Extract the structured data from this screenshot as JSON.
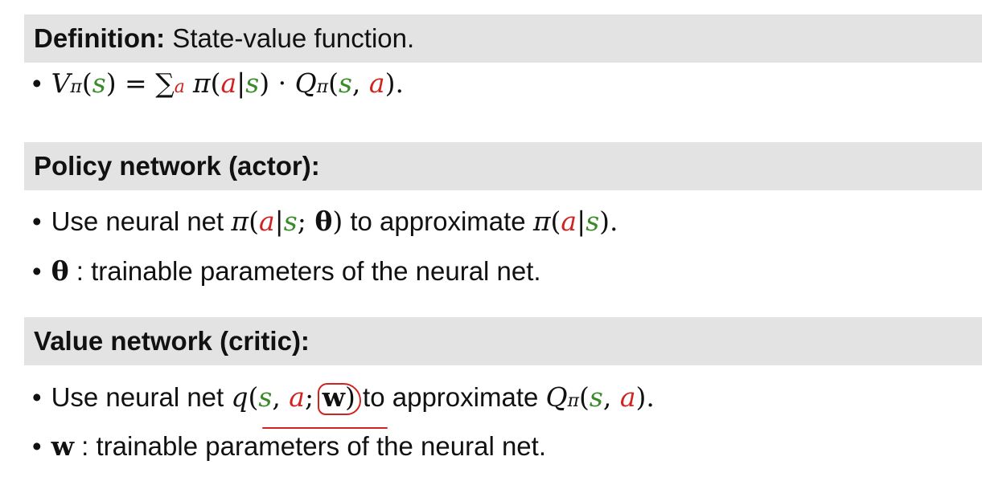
{
  "definition": {
    "header_bold": "Definition:",
    "header_rest": " State-value function.",
    "bullet": {
      "V": "V",
      "pi_sub": "π",
      "s": "s",
      "eq": " = ",
      "sum": "∑",
      "sum_sub": "a",
      "pi": "π",
      "lp": "(",
      "a": "a",
      "bar": "|",
      "rp": ")",
      "dot_op": " · ",
      "Q": "Q",
      "comma": ", ",
      "end": ")."
    }
  },
  "policy": {
    "header": "Policy network (actor):",
    "bullet1": {
      "pre": "Use neural net ",
      "pi": "π",
      "semi": "; ",
      "theta": "θ",
      "mid": " to approximate ",
      "end": ")."
    },
    "bullet2": {
      "theta": "θ",
      "text": " : trainable parameters of the neural net."
    }
  },
  "value": {
    "header": "Value network (critic):",
    "bullet1": {
      "pre": "Use neural net ",
      "q": "q",
      "w": "w",
      "mid": " to approximate ",
      "Q": "Q",
      "pi_sub": "π",
      "end": ")."
    },
    "bullet2": {
      "w": "w",
      "text": " : trainable parameters of the neural net."
    }
  },
  "bullet_symbol": "•",
  "colors": {
    "state_green": "#3a8a2a",
    "action_red": "#d0231f",
    "header_bg": "#e3e3e3"
  }
}
